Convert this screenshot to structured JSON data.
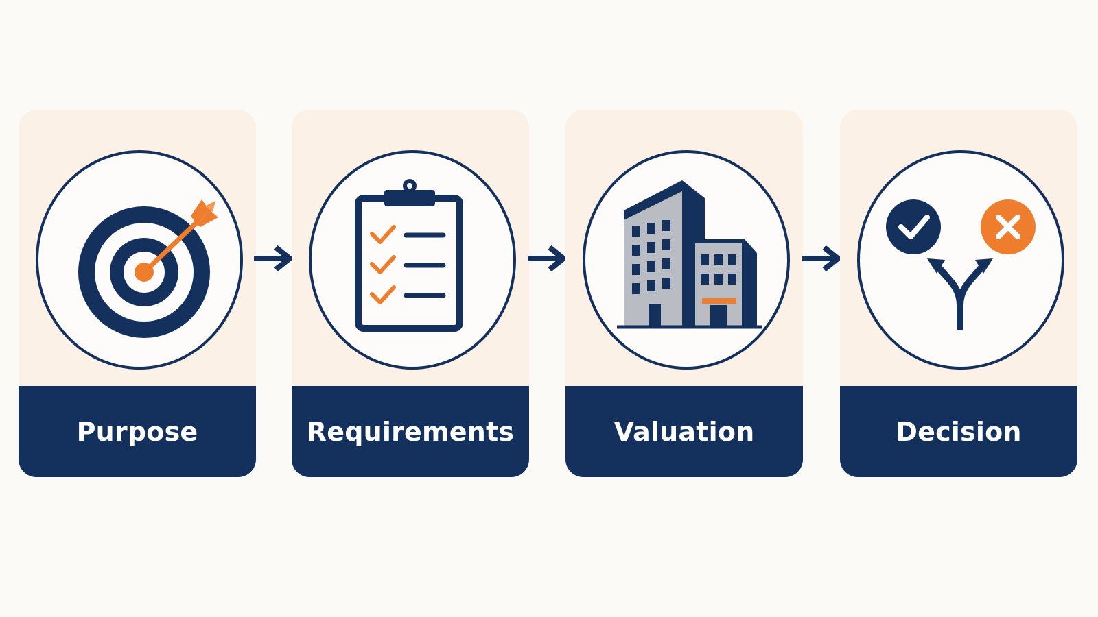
{
  "colors": {
    "background": "#fcfaf6",
    "card_background": "#fbf1e7",
    "navy": "#14305d",
    "orange": "#ee7d2e",
    "gray": "#b9bcc3"
  },
  "steps": [
    {
      "label": "Purpose",
      "icon": "target-arrow-icon"
    },
    {
      "label": "Requirements",
      "icon": "clipboard-checklist-icon"
    },
    {
      "label": "Valuation",
      "icon": "office-building-icon"
    },
    {
      "label": "Decision",
      "icon": "fork-decision-icon"
    }
  ],
  "connectors": [
    {
      "icon": "right-arrow-icon"
    },
    {
      "icon": "right-arrow-icon"
    },
    {
      "icon": "right-arrow-icon"
    }
  ]
}
